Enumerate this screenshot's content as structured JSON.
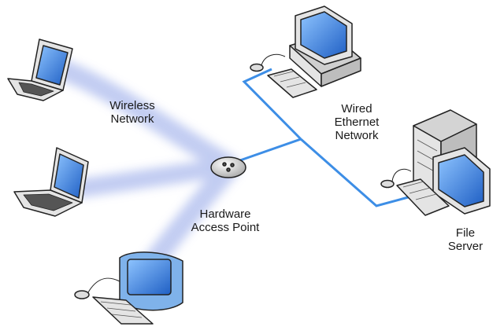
{
  "labels": {
    "wireless": [
      "Wireless",
      "Network"
    ],
    "wired": [
      "Wired",
      "Ethernet",
      "Network"
    ],
    "access_point": [
      "Hardware",
      "Access Point"
    ],
    "file_server": [
      "File",
      "Server"
    ]
  },
  "colors": {
    "wired_link": "#3d8ee6",
    "wireless_glow": "#b8c4f0",
    "screen": "#3a7ad8",
    "device_body": "#e4e4e4",
    "outline": "#222222",
    "label_text": "#1a1a1a"
  },
  "icons": [
    "laptop-icon",
    "desktop-computer-icon",
    "imac-computer-icon",
    "file-server-icon",
    "access-point-icon"
  ]
}
